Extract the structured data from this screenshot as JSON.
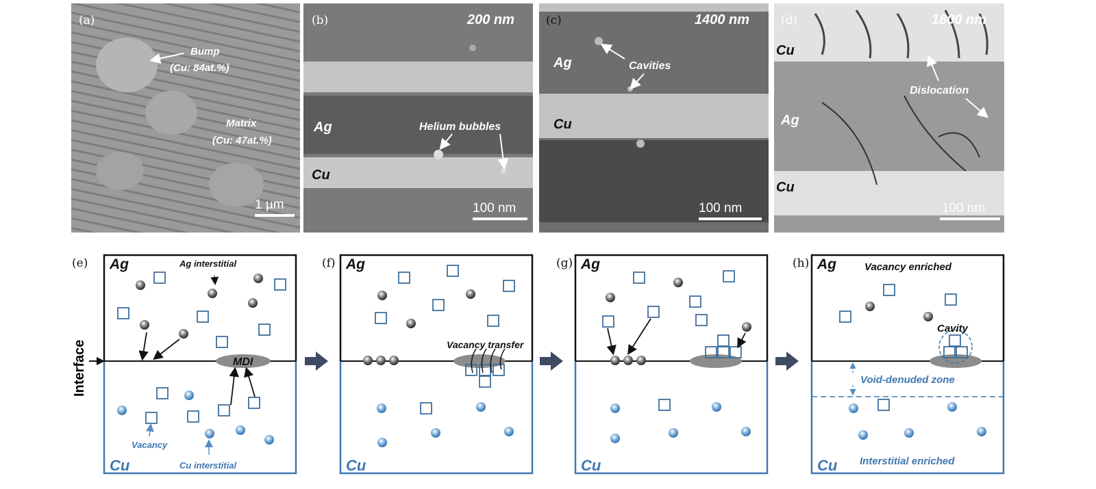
{
  "panels": {
    "a": {
      "label": "(a)",
      "bump": "Bump",
      "bump_comp": "(Cu: 84at.%)",
      "matrix": "Matrix",
      "matrix_comp": "(Cu: 47at.%)",
      "scale": "1 µm"
    },
    "b": {
      "label": "(b)",
      "depth": "200 nm",
      "ag": "Ag",
      "cu": "Cu",
      "bubbles": "Helium bubbles",
      "scale": "100 nm"
    },
    "c": {
      "label": "(c)",
      "depth": "1400 nm",
      "ag": "Ag",
      "cu": "Cu",
      "cavities": "Cavities",
      "scale": "100 nm"
    },
    "d": {
      "label": "(d)",
      "depth": "1800 nm",
      "cu_top": "Cu",
      "ag": "Ag",
      "cu_bottom": "Cu",
      "dislocation": "Dislocation",
      "scale": "100 nm"
    },
    "e": {
      "label": "(e)",
      "ag": "Ag",
      "cu": "Cu",
      "ag_interstitial": "Ag interstitial",
      "mdi": "MDI",
      "vacancy": "Vacancy",
      "cu_interstitial": "Cu interstitial",
      "interface": "Interface"
    },
    "f": {
      "label": "(f)",
      "ag": "Ag",
      "cu": "Cu",
      "vacancy_transfer": "Vacancy transfer"
    },
    "g": {
      "label": "(g)",
      "ag": "Ag",
      "cu": "Cu"
    },
    "h": {
      "label": "(h)",
      "ag": "Ag",
      "cu": "Cu",
      "vacancy_enriched": "Vacancy enriched",
      "cavity": "Cavity",
      "void_zone": "Void-denuded zone",
      "interstitial_enriched": "Interstitial enriched"
    }
  },
  "colors": {
    "ag_border": "#111111",
    "cu_border": "#3f78b0",
    "arrow": "#3f4a63"
  }
}
